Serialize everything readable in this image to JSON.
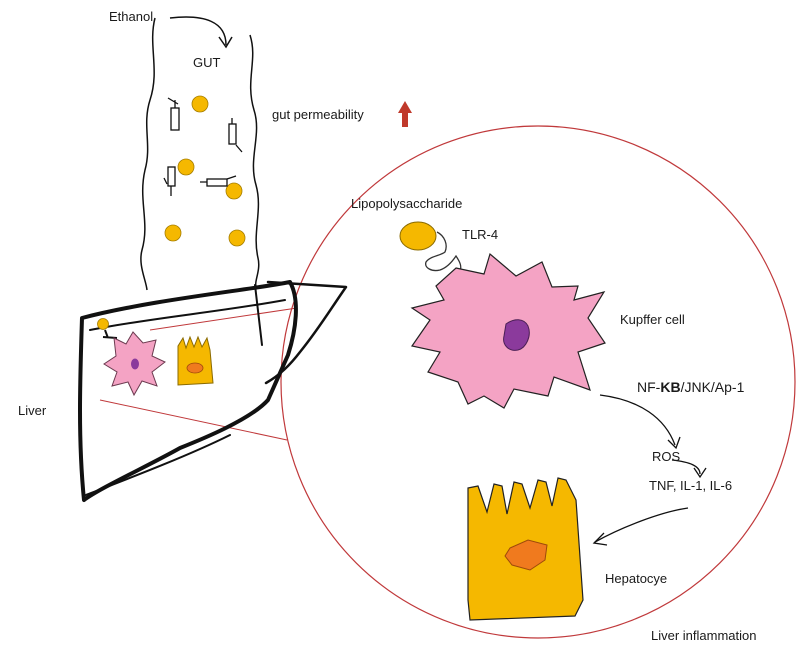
{
  "labels": {
    "ethanol": "Ethanol",
    "gut": "GUT",
    "gut_permeability": "gut permeability",
    "lipopolysaccharide": "Lipopolysaccharide",
    "tlr4": "TLR-4",
    "kupffer_cell": "Kupffer cell",
    "pathway_prefix": "NF-",
    "pathway_kb": "KB",
    "pathway_suffix": "/JNK/Ap-1",
    "ros": "ROS",
    "cytokines": "TNF, IL-1, IL-6",
    "hepatocye": "Hepatocye",
    "liver": "Liver",
    "liver_inflammation": "Liver inflammation"
  },
  "colors": {
    "bacteria": "#f5b800",
    "kupffer": "#f4a3c4",
    "nucleus_purple": "#8b3a9c",
    "hepatocyte": "#f5b800",
    "hepatocyte_nucleus": "#f07a1e",
    "circle_outline": "#c0393b",
    "arrow_up": "#c0392b",
    "ink": "#111111"
  },
  "icons": {
    "permeability_indicator": "arrow-up-icon"
  }
}
